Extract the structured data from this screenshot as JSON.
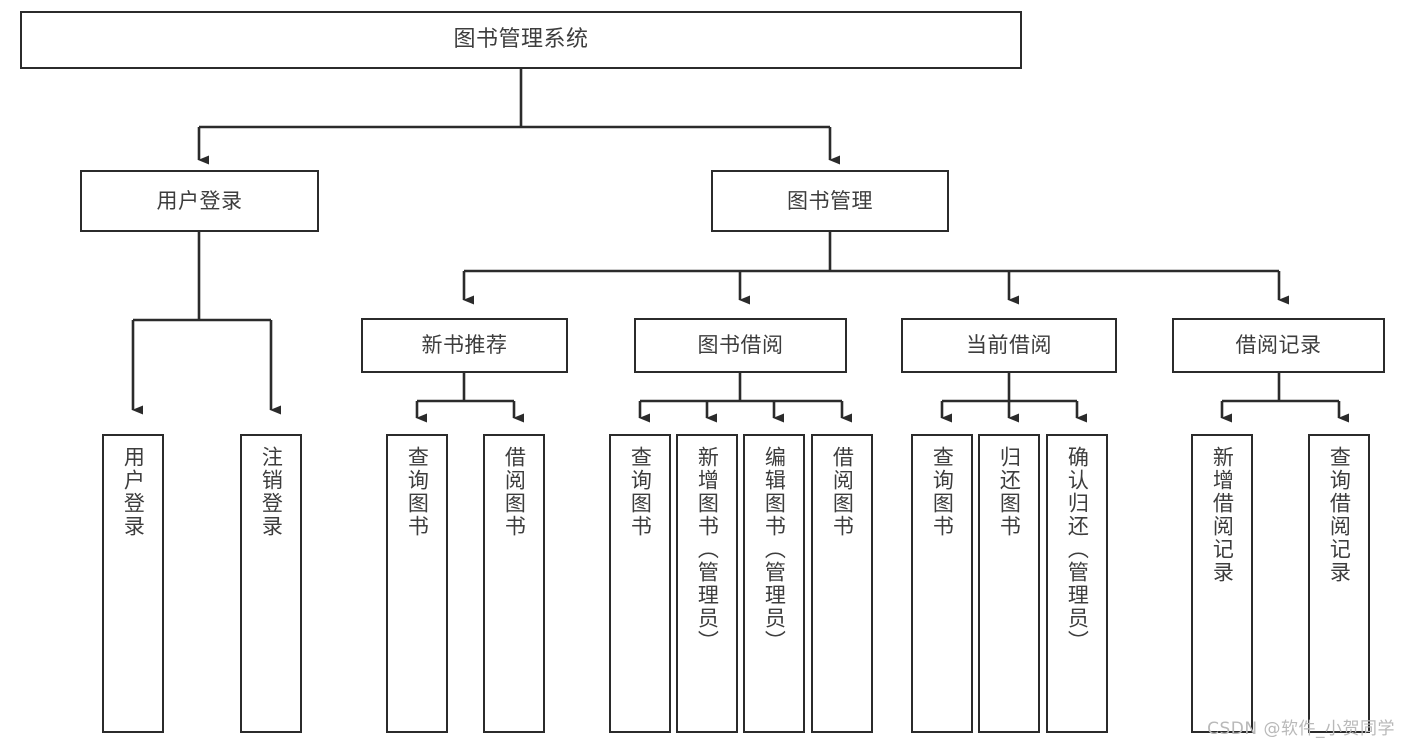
{
  "diagram": {
    "title": "图书管理系统",
    "type": "tree-hierarchy",
    "watermark": "CSDN @软件_小贺同学",
    "nodes": {
      "root": {
        "label": "图书管理系统"
      },
      "level2": [
        {
          "id": "user-login",
          "label": "用户登录"
        },
        {
          "id": "book-management",
          "label": "图书管理"
        }
      ],
      "level3": [
        {
          "id": "new-book-recommend",
          "label": "新书推荐"
        },
        {
          "id": "book-borrow",
          "label": "图书借阅"
        },
        {
          "id": "current-borrow",
          "label": "当前借阅"
        },
        {
          "id": "borrow-record",
          "label": "借阅记录"
        }
      ],
      "leaves": {
        "user-login": [
          {
            "id": "leaf-user-login",
            "label": "用户登录"
          },
          {
            "id": "leaf-logout-login",
            "label": "注销登录"
          }
        ],
        "new-book-recommend": [
          {
            "id": "leaf-query-book-1",
            "label": "查询图书"
          },
          {
            "id": "leaf-borrow-book-1",
            "label": "借阅图书"
          }
        ],
        "book-borrow": [
          {
            "id": "leaf-query-book-2",
            "label": "查询图书"
          },
          {
            "id": "leaf-add-book",
            "label": "新增图书（管理员）"
          },
          {
            "id": "leaf-edit-book",
            "label": "编辑图书（管理员）"
          },
          {
            "id": "leaf-borrow-book-2",
            "label": "借阅图书"
          }
        ],
        "current-borrow": [
          {
            "id": "leaf-query-book-3",
            "label": "查询图书"
          },
          {
            "id": "leaf-return-book",
            "label": "归还图书"
          },
          {
            "id": "leaf-confirm-return",
            "label": "确认归还（管理员）"
          }
        ],
        "borrow-record": [
          {
            "id": "leaf-add-record",
            "label": "新增借阅记录"
          },
          {
            "id": "leaf-query-record",
            "label": "查询借阅记录"
          }
        ]
      }
    },
    "colors": {
      "stroke": "#2b2b2b",
      "fill": "#ffffff",
      "text": "#3d3d3d",
      "watermark": "#b9b9b9"
    }
  }
}
